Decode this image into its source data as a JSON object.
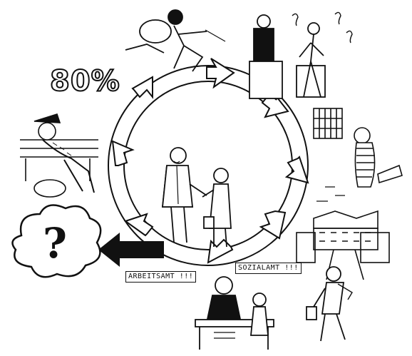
{
  "percentage_label": "80%",
  "labels": {
    "arbeitsamt": "ARBEITSAMT !!!",
    "sozialamt": "SOZIALAMT !!!",
    "question": "?"
  },
  "icons": {
    "thief": "thief-with-sack-icon",
    "judge": "judge-and-defendant-icon",
    "prison": "prisoner-in-cell-icon",
    "release": "prison-gate-icon",
    "job_seeker": "man-with-briefcase-icon",
    "office": "clerk-at-desk-icon",
    "homeless": "homeless-man-on-bench-icon",
    "handshake": "handshake-icon"
  }
}
